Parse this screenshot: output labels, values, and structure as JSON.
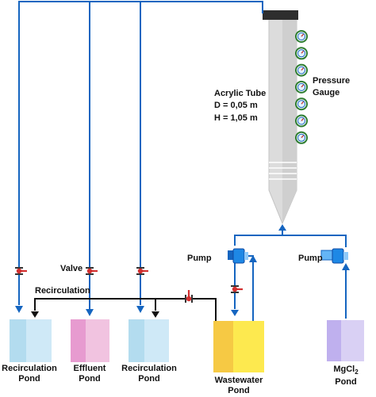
{
  "tube": {
    "name": "Acrylic Tube",
    "diameter": "D = 0,05 m",
    "height": "H = 1,05 m"
  },
  "gauge_label": {
    "line1": "Pressure",
    "line2": "Gauge"
  },
  "gauge_count": 7,
  "valve_label": "Valve",
  "recirculation_label": "Recirculation",
  "pump_left_label": "Pump",
  "pump_right_label": "Pump",
  "ponds": [
    {
      "line1": "Recirculation",
      "line2": "Pond"
    },
    {
      "line1": "Effluent",
      "line2": "Pond"
    },
    {
      "line1": "Recirculation",
      "line2": "Pond"
    },
    {
      "line1": "Wastewater",
      "line2": "Pond"
    },
    {
      "line1": "MgCl",
      "sub": "2",
      "line2": "Pond"
    }
  ],
  "colors": {
    "pipe": "#1565c0",
    "recirc_line": "#111111",
    "tube_body": "#dcdcdc",
    "tube_cap": "#2e2e2e",
    "pond_blue_light": "#cfe9f7",
    "pond_blue_dark": "#b3dcef",
    "pond_pink_light": "#f1c3e0",
    "pond_pink_dark": "#e79bd0",
    "pond_yellow_light": "#fde94f",
    "pond_yellow_dark": "#f6c944",
    "pond_purple_light": "#d9d0f4",
    "pond_purple_dark": "#bfb0ee",
    "valve_red": "#d32f2f",
    "pump_blue": "#1e88e5"
  }
}
